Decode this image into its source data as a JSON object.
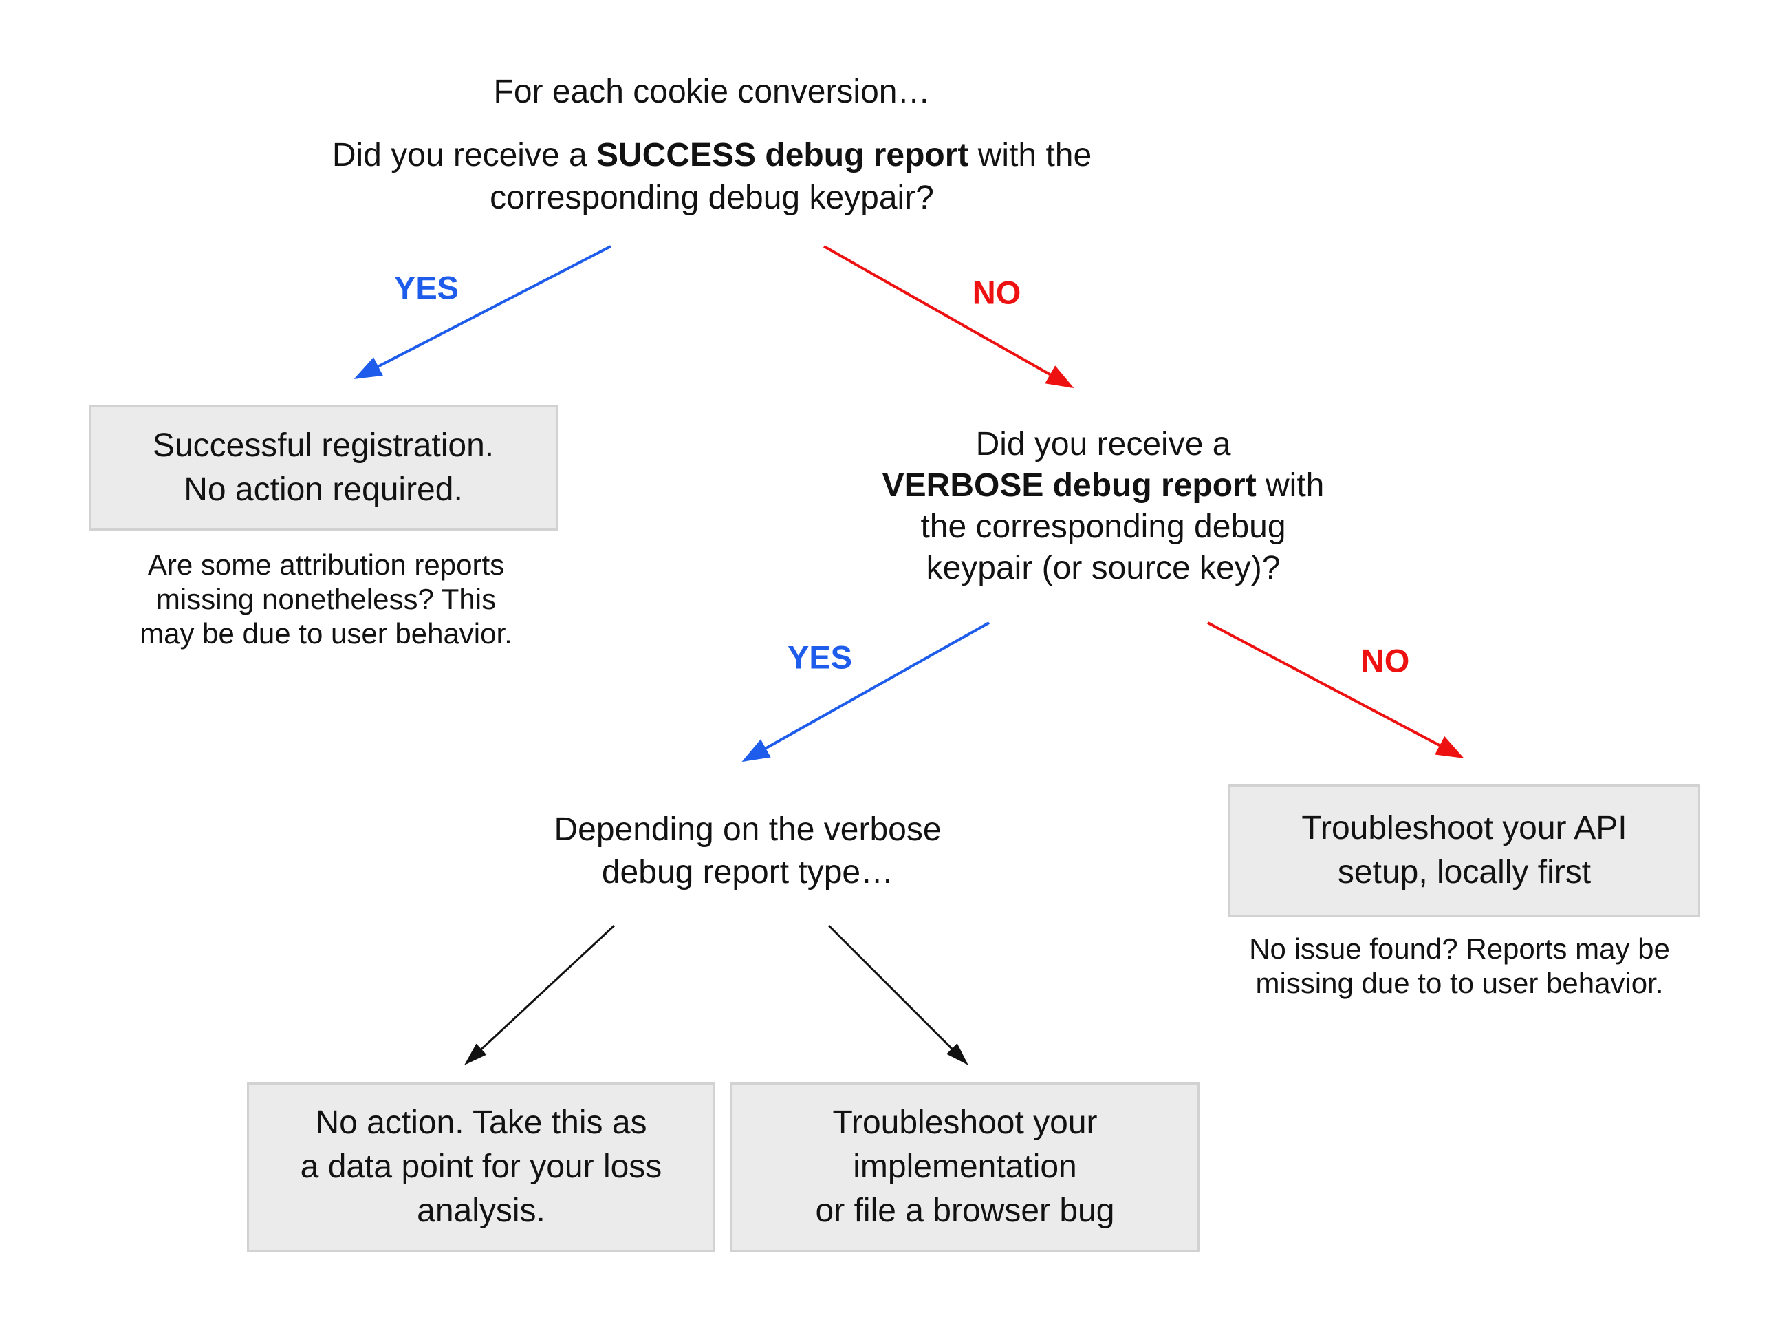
{
  "colors": {
    "yes_blue": "#1e5ceb",
    "no_red": "#ee1111",
    "box_fill": "#ebebeb",
    "box_border": "#d2d2d2",
    "text": "#121212"
  },
  "flowchart": {
    "intro": "For each cookie conversion…",
    "q1": {
      "pre": "Did you receive a ",
      "bold": "SUCCESS debug report",
      "post": " with the",
      "line2": "corresponding debug keypair?"
    },
    "labels": {
      "yes1": "YES",
      "no1": "NO",
      "yes2": "YES",
      "no2": "NO"
    },
    "box_success": {
      "line1": "Successful registration.",
      "line2": "No action required."
    },
    "note_success": {
      "line1": "Are some attribution reports",
      "line2": "missing nonetheless? This",
      "line3": "may be due to user behavior."
    },
    "q2": {
      "line1": "Did you receive a",
      "line2_bold": "VERBOSE debug report",
      "line2_post": " with",
      "line3": "the corresponding debug",
      "line4": "keypair (or source key)?"
    },
    "node_verbose": {
      "line1": "Depending on the verbose",
      "line2": "debug report type…"
    },
    "box_api": {
      "line1": "Troubleshoot your API",
      "line2": "setup, locally first"
    },
    "note_api": {
      "line1": "No issue found? Reports may be",
      "line2": "missing due to to user behavior."
    },
    "box_no_action": {
      "line1": "No action. Take this as",
      "line2": "a data point for your loss",
      "line3": "analysis."
    },
    "box_impl": {
      "line1": "Troubleshoot your",
      "line2": "implementation",
      "line3": "or file a browser bug"
    }
  }
}
